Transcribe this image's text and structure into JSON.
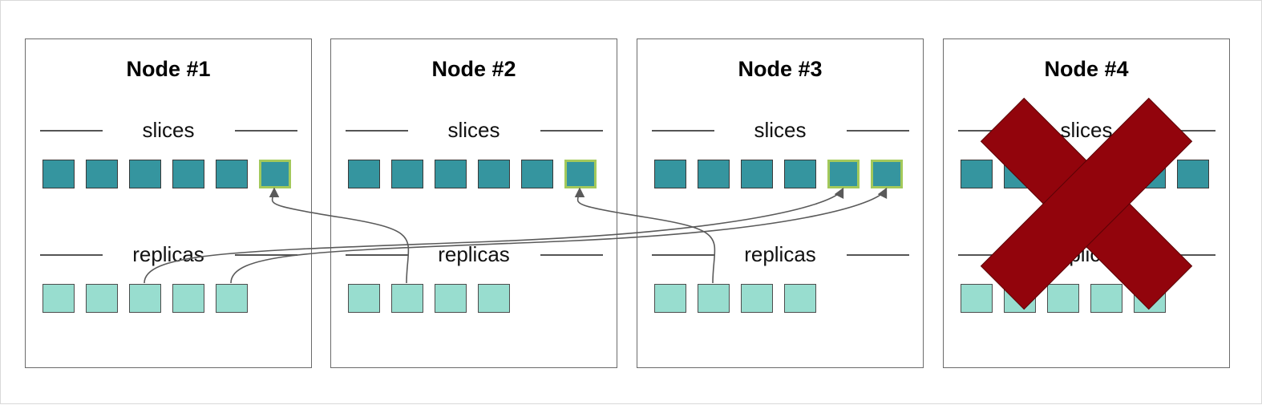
{
  "nodes": [
    {
      "title": "Node #1",
      "slices_label": "slices",
      "replicas_label": "replicas",
      "slice_count": 6,
      "highlighted_slices": [
        5
      ],
      "replica_count": 5,
      "failed": false
    },
    {
      "title": "Node #2",
      "slices_label": "slices",
      "replicas_label": "replicas",
      "slice_count": 6,
      "highlighted_slices": [
        5
      ],
      "replica_count": 4,
      "failed": false
    },
    {
      "title": "Node #3",
      "slices_label": "slices",
      "replicas_label": "replicas",
      "slice_count": 6,
      "highlighted_slices": [
        4,
        5
      ],
      "replica_count": 4,
      "failed": false
    },
    {
      "title": "Node #4",
      "slices_label": "slices",
      "replicas_label": "replicas",
      "slice_count": 6,
      "highlighted_slices": [],
      "replica_count": 5,
      "failed": true
    }
  ],
  "promotions": [
    {
      "from_node": 1,
      "from_replica": 1,
      "to_node": 0,
      "to_slice": 5
    },
    {
      "from_node": 0,
      "from_replica": 2,
      "to_node": 2,
      "to_slice": 4
    },
    {
      "from_node": 0,
      "from_replica": 4,
      "to_node": 2,
      "to_slice": 5
    },
    {
      "from_node": 2,
      "from_replica": 1,
      "to_node": 1,
      "to_slice": 5
    }
  ],
  "colors": {
    "slice": "#35959f",
    "replica": "#98ddcf",
    "highlight_border": "#a3c95b",
    "failure_mark": "#92040c",
    "arrow": "#5a5a5a"
  }
}
